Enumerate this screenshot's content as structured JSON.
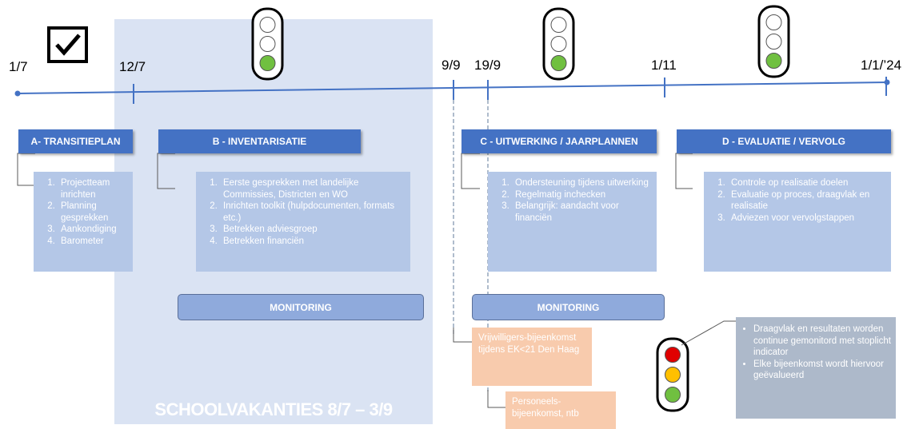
{
  "timeline": {
    "dates": [
      "1/7",
      "12/7",
      "9/9",
      "19/9",
      "1/11",
      "1/1/’24"
    ]
  },
  "vacation": {
    "label": "SCHOOLVAKANTIES 8/7 – 3/9"
  },
  "phases": [
    {
      "title": "A- TRANSITIEPLAN",
      "items": [
        "Projectteam inrichten",
        "Planning gesprekken",
        "Aankondiging",
        "Barometer"
      ]
    },
    {
      "title": "B - INVENTARISATIE",
      "items": [
        "Eerste gesprekken met landelijke Commissies, Districten en WO",
        "Inrichten toolkit (hulpdocumenten, formats etc.)",
        "Betrekken adviesgroep",
        "Betrekken financiën"
      ]
    },
    {
      "title": "C - UITWERKING / JAARPLANNEN",
      "items": [
        "Ondersteuning tijdens uitwerking",
        "Regelmatig inchecken",
        "Belangrijk: aandacht voor financiën"
      ]
    },
    {
      "title": "D - EVALUATIE / VERVOLG",
      "items": [
        "Controle op realisatie doelen",
        "Evaluatie op proces, draagvlak en realisatie",
        "Adviezen voor vervolgstappen"
      ]
    }
  ],
  "monitoring": [
    "MONITORING",
    "MONITORING"
  ],
  "events": [
    {
      "text": "Vrijwilligers-bijeenkomst tijdens EK<21 Den Haag"
    },
    {
      "text": "Personeels-bijeenkomst, ntb"
    }
  ],
  "note": {
    "items": [
      "Draagvlak en resultaten worden continue gemonitord met stoplicht indicator",
      "Elke bijeenkomst wordt hiervoor geëvalueerd"
    ]
  },
  "colors": {
    "timeline": "#4472c4",
    "header": "#4472c4",
    "box": "#b4c7e7",
    "vacation": "#dae3f3",
    "monitoring": "#8faadc",
    "peach": "#f8cbad",
    "note": "#adb9ca",
    "light_green": "#70c040",
    "light_red": "#e00000",
    "light_amber": "#ffc000"
  },
  "icons": [
    "checkbox-checked-icon",
    "traffic-light-green-icon",
    "traffic-light-full-icon"
  ]
}
